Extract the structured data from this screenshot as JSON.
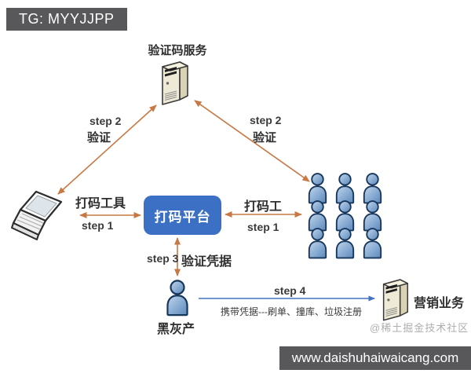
{
  "badge": {
    "text": "TG: MYYJJPP"
  },
  "footer": {
    "url": "www.daishuhaiwaicang.com"
  },
  "watermark": "@稀土掘金技术社区",
  "nodes": {
    "captcha_service": {
      "label": "验证码服务",
      "icon": "server-icon"
    },
    "coding_platform": {
      "label": "打码平台"
    },
    "client": {
      "icon": "laptop-icon"
    },
    "workers": {
      "icon": "workers-group-icon",
      "count": 9
    },
    "black_industry": {
      "label": "黑灰产",
      "icon": "person-icon"
    },
    "marketing": {
      "label": "营销业务",
      "icon": "server-icon"
    }
  },
  "edges": {
    "service_client": {
      "step": "step 2",
      "label": "验证"
    },
    "service_workers": {
      "step": "step 2",
      "label": "验证"
    },
    "client_platform": {
      "label": "打码工具",
      "step": "step 1"
    },
    "platform_workers": {
      "label": "打码工",
      "step": "step 1"
    },
    "platform_black": {
      "step": "step 3",
      "label": "验证凭据"
    },
    "black_marketing": {
      "step": "step 4",
      "label": "携带凭据---刷单、撞库、垃圾注册"
    }
  },
  "colors": {
    "arrow_orange": "#c87845",
    "arrow_blue": "#4472c4",
    "platform_blue": "#3c70c5",
    "badge_gray": "#58585a",
    "person_blue": "#7da5cd",
    "server_beige": "#efead6"
  }
}
